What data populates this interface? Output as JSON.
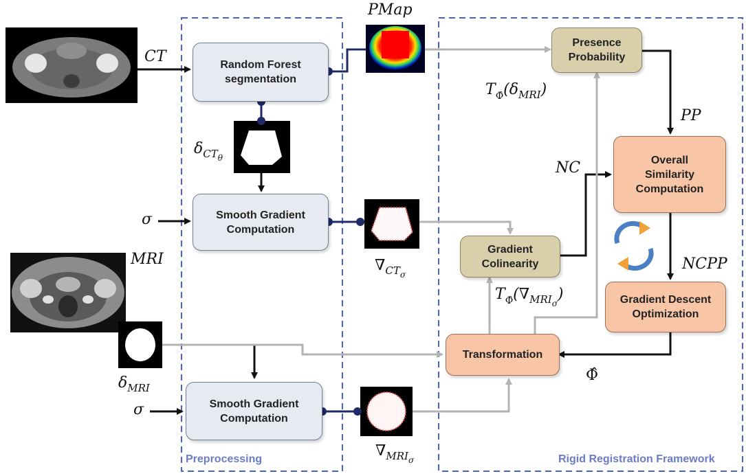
{
  "boxes": {
    "random_forest": "Random Forest\nsegmentation",
    "smooth_gradient_ct": "Smooth Gradient\nComputation",
    "smooth_gradient_mri": "Smooth Gradient\nComputation",
    "presence_probability": "Presence\nProbability",
    "overall_similarity": "Overall\nSimilarity\nComputation",
    "gradient_colinearity": "Gradient\nColinearity",
    "gradient_descent": "Gradient Descent\nOptimization",
    "transformation": "Transformation"
  },
  "frames": {
    "preprocessing": "Preprocessing",
    "rigid_registration": "Rigid Registration Framework"
  },
  "labels": {
    "ct": "CT",
    "pmap": "PMap",
    "delta_ct": "δ",
    "delta_ct_sub": "CT",
    "delta_ct_subsub": "θ",
    "sigma_1": "σ",
    "sigma_2": "σ",
    "mri": "MRI",
    "grad_ct": "∇",
    "grad_ct_sub": "CT",
    "grad_ct_subsub": "σ",
    "delta_mri": "δ",
    "delta_mri_sub": "MRI",
    "grad_mri": "∇",
    "grad_mri_sub": "MRI",
    "grad_mri_subsub": "σ",
    "t_delta_pre": "T",
    "t_phi": "Φ̂",
    "t_delta_arg": "(δ",
    "t_delta_arg_sub": "MRI",
    "t_delta_close": ")",
    "t_grad_pre": "T",
    "t_grad_arg": "(∇",
    "t_grad_arg_sub": "MRI",
    "t_grad_arg_subsub": "σ",
    "t_grad_close": ")",
    "pp": "PP",
    "nc": "NC",
    "ncpp": "NCPP",
    "phi_hat": "Φ̂"
  },
  "colors": {
    "frame": "#4a63c8",
    "black_arrow": "#111111",
    "navy_connector": "#1f2a66",
    "gray_arrow": "#b3b3b3",
    "cycle_arrow": "#4a7fc4"
  }
}
